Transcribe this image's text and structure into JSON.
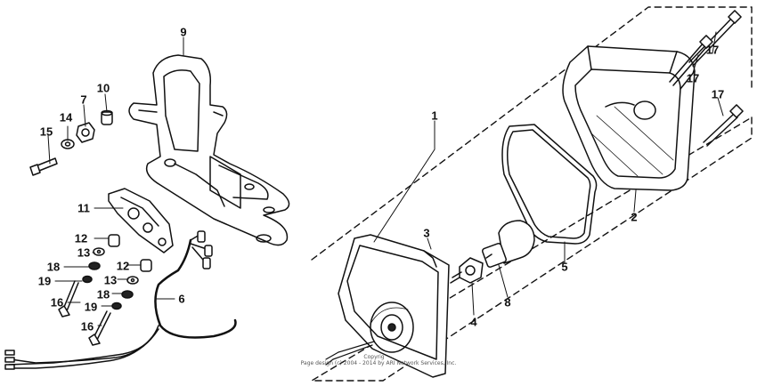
{
  "callouts": {
    "c1": "1",
    "c2": "2",
    "c3": "3",
    "c4": "4",
    "c5": "5",
    "c6": "6",
    "c7": "7",
    "c8": "8",
    "c9": "9",
    "c10": "10",
    "c11": "11",
    "c12a": "12",
    "c12b": "12",
    "c13a": "13",
    "c13b": "13",
    "c14": "14",
    "c15": "15",
    "c16a": "16",
    "c16b": "16",
    "c17a": "17",
    "c17b": "17",
    "c17c": "17",
    "c18a": "18",
    "c18b": "18",
    "c19a": "19",
    "c19b": "19"
  },
  "copyright": {
    "line1": "Copyrig",
    "line2": "Page design (c) 2004 - 2014 by ARI Network Services, Inc."
  }
}
